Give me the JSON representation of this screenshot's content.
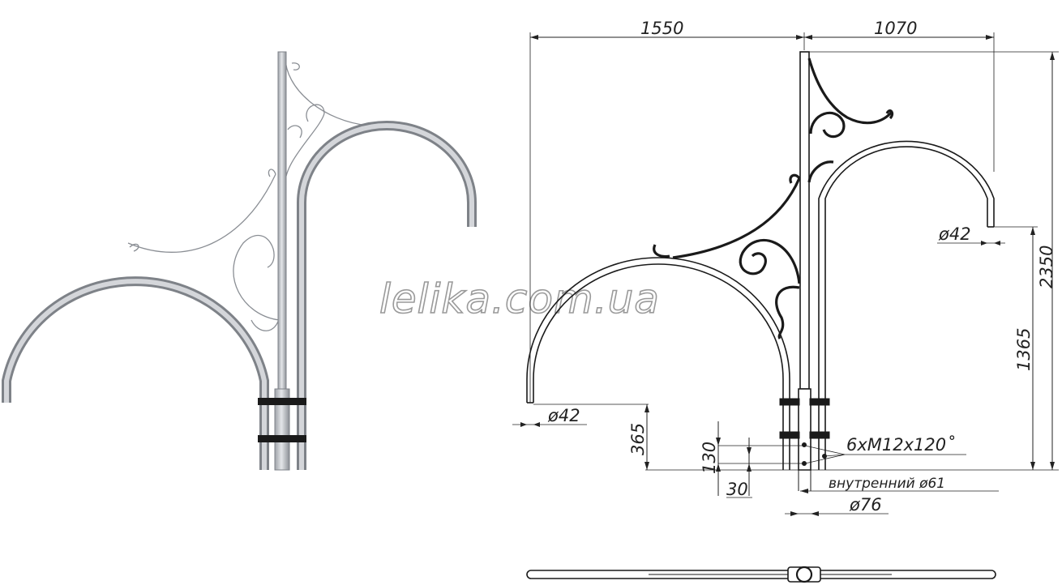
{
  "watermark": "lelika.com.ua",
  "dimensions": {
    "width_left": "1550",
    "width_right": "1070",
    "height_total": "2350",
    "height_right_arm": "1365",
    "height_left_arm": "365",
    "bracket_spacing": "130",
    "bracket_width": "30",
    "arm_diameter_left": "ø42",
    "arm_diameter_right": "ø42",
    "bolts": "6xM12x120˚",
    "inner_diameter": "внутренний ø61",
    "outer_diameter": "ø76"
  },
  "colors": {
    "pole_fill": "#c9ccd1",
    "pole_stroke": "#7e8288",
    "clamp": "#1a1a1a",
    "line": "#1a1a1a"
  }
}
